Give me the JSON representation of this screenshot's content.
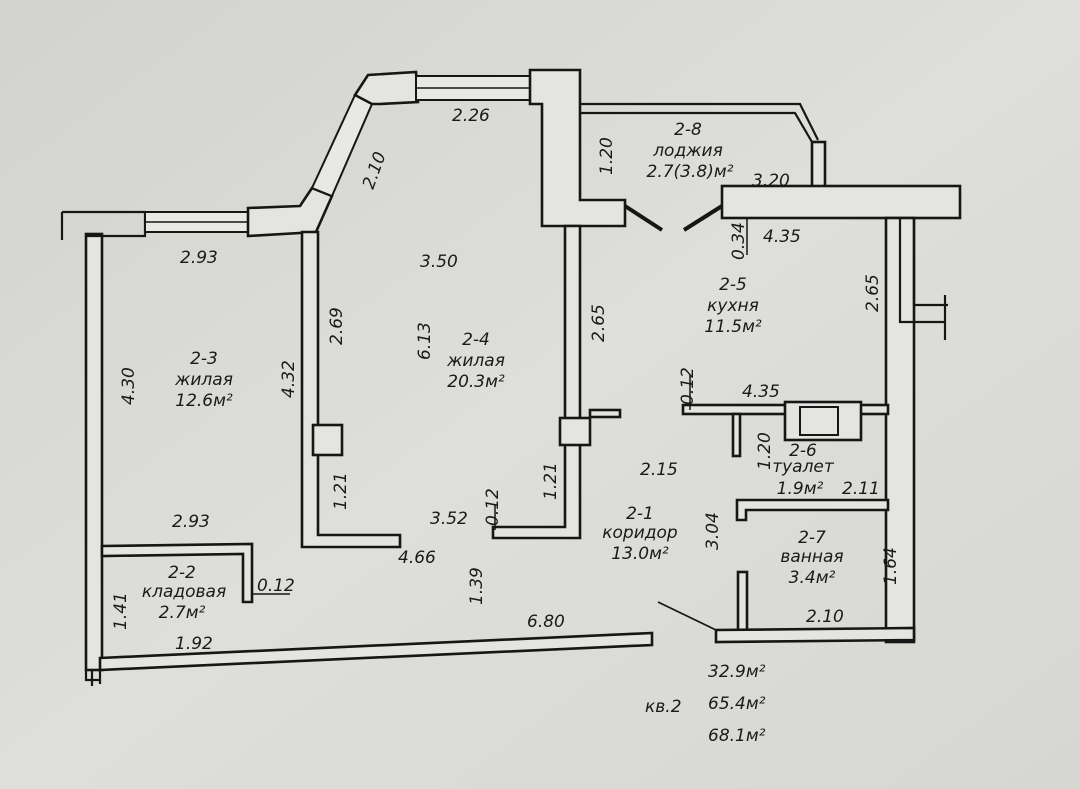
{
  "rooms": {
    "r21": {
      "id": "2-1",
      "name": "коридор",
      "area": "13.0м²"
    },
    "r22": {
      "id": "2-2",
      "name": "кладовая",
      "area": "2.7м²"
    },
    "r23": {
      "id": "2-3",
      "name": "жилая",
      "area": "12.6м²"
    },
    "r24": {
      "id": "2-4",
      "name": "жилая",
      "area": "20.3м²"
    },
    "r25": {
      "id": "2-5",
      "name": "кухня",
      "area": "11.5м²"
    },
    "r26": {
      "id": "2-6",
      "name": "туалет",
      "area": "1.9м²"
    },
    "r27": {
      "id": "2-7",
      "name": "ванная",
      "area": "3.4м²"
    },
    "r28": {
      "id": "2-8",
      "name": "лоджия",
      "area": "2.7(3.8)м²"
    }
  },
  "dimensions": {
    "d226": "2.26",
    "d210a": "2.10",
    "d120a": "1.20",
    "d320": "3.20",
    "d293a": "2.93",
    "d350": "3.50",
    "d034": "0.34",
    "d435a": "4.35",
    "d265a": "2.65",
    "d265b": "2.65",
    "d269": "2.69",
    "d613": "6.13",
    "d430": "4.30",
    "d432": "4.32",
    "d012a": "0.12",
    "d435b": "4.35",
    "d120b": "1.20",
    "d215": "2.15",
    "d121a": "1.21",
    "d121b": "1.21",
    "d352": "3.52",
    "d012b": "0.12",
    "d293b": "2.93",
    "d304": "3.04",
    "d211": "2.11",
    "d164": "1.64",
    "d466": "4.66",
    "d012c": "0.12",
    "d139": "1.39",
    "d141": "1.41",
    "d192": "1.92",
    "d680": "6.80",
    "d210b": "2.10"
  },
  "summary": {
    "apartment": "кв.2",
    "living_area": "32.9м²",
    "total_area": "65.4м²",
    "total_with_loggia": "68.1м²"
  }
}
